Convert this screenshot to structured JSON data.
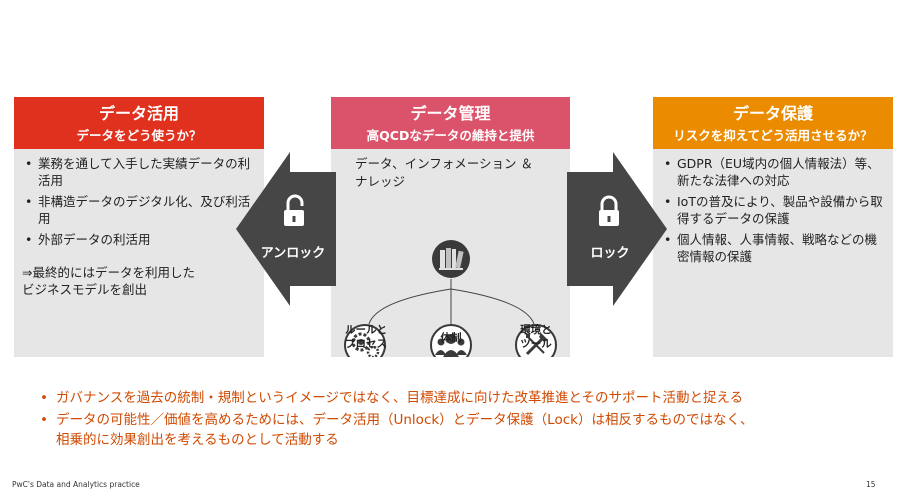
{
  "left_panel": {
    "title": "データ活用",
    "subtitle": "データをどう使うか？",
    "items": [
      "業務を通して入手した実績データの利活用",
      "非構造データのデジタル化、及び利活用",
      "外部データの利活用"
    ],
    "conclusion_line1": "⇒最終的にはデータを利用した",
    "conclusion_line2": "ビジネスモデルを創出"
  },
  "center_panel": {
    "title": "データ管理",
    "subtitle": "高QCDなデータの維持と提供",
    "intro_line1": "データ、インフォメーション ＆",
    "intro_line2": "ナレッジ",
    "nodes": [
      {
        "label_line1": "ルールと",
        "label_line2": "プロセス"
      },
      {
        "label_line1": "体制",
        "label_line2": ""
      },
      {
        "label_line1": "環境と",
        "label_line2": "ツール"
      }
    ]
  },
  "right_panel": {
    "title": "データ保護",
    "subtitle": "リスクを抑えてどう活用させるか？",
    "items": [
      "GDPR（EU域内の個人情報法）等、新たな法律への対応",
      "IoTの普及により、製品や設備から取得するデータの保護",
      "個人情報、人事情報、戦略などの機密情報の保護"
    ]
  },
  "arrows": {
    "left_label": "アンロック",
    "right_label": "ロック"
  },
  "governance": {
    "point1": "ガバナンスを過去の統制・規制というイメージではなく、目標達成に向けた改革推進とそのサポート活動と捉える",
    "point2_line1": "データの可能性／価値を高めるためには、データ活用（Unlock）とデータ保護（Lock）は相反するものではなく、",
    "point2_line2": "相乗的に効果創出を考えるものとして活動する"
  },
  "footer": {
    "text": "PwC's Data and Analytics practice",
    "page": "15"
  },
  "colors": {
    "data_use": "#e0301e",
    "data_management": "#db536a",
    "data_protection": "#eb8c00",
    "text_accent": "#d04a02",
    "arrow": "#464646"
  }
}
